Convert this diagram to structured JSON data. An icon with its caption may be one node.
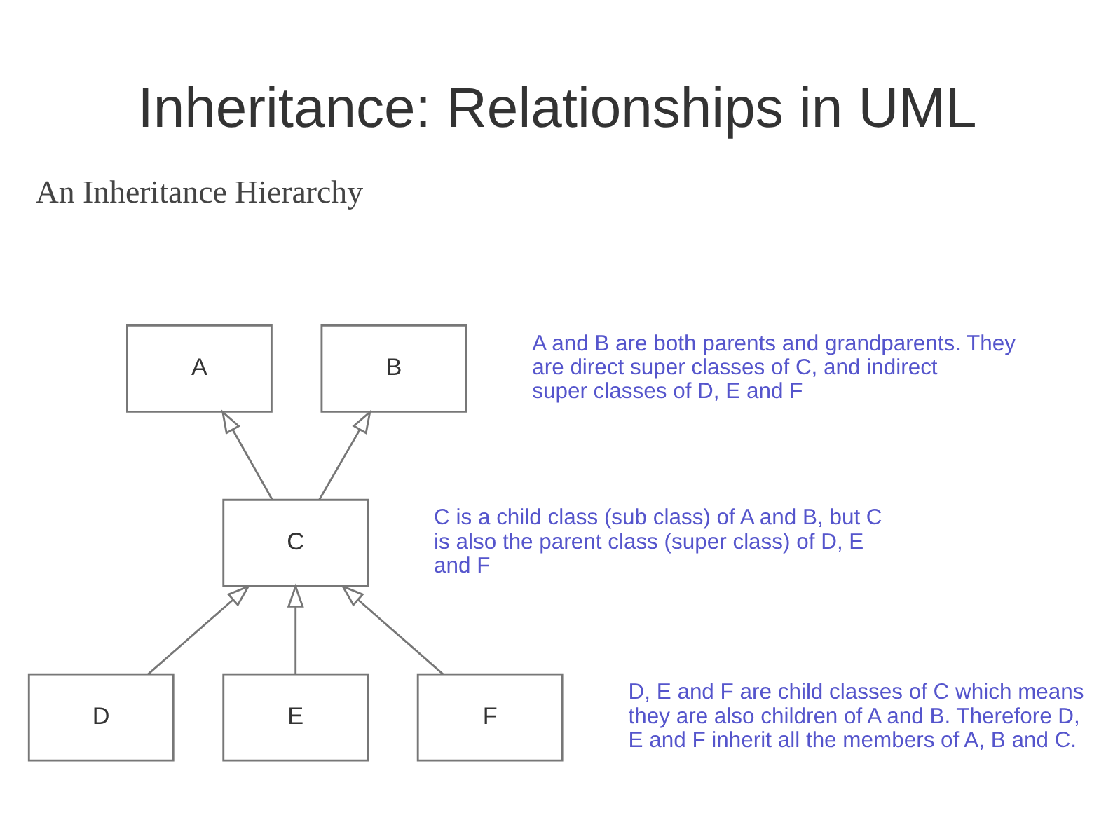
{
  "diagram": {
    "title": "Inheritance: Relationships in UML",
    "nodes": [
      {
        "text": [
          "A"
        ]
      },
      {
        "text": [
          "B"
        ]
      },
      {
        "text": [
          "C"
        ]
      },
      {
        "text": [
          "D"
        ]
      },
      {
        "text": [
          "E"
        ]
      },
      {
        "text": [
          "F"
        ]
      }
    ],
    "edges": [
      {
        "from": 2,
        "to": 0,
        "arrow": "to"
      },
      {
        "from": 2,
        "to": 1,
        "arrow": "to"
      },
      {
        "from": 3,
        "to": 2,
        "arrow": "to"
      },
      {
        "from": 4,
        "to": 2,
        "arrow": "to"
      },
      {
        "from": 5,
        "to": 2,
        "arrow": "to"
      }
    ],
    "labels": [
      "An Inheritance Hierarchy",
      "A and B are both parents and grandparents. They are direct super classes of C, and indirect super classes of D, E and F",
      "C is a child class (sub class) of A and B, but C is also the parent class (super class) of D, E and F",
      "D, E and F are child classes of C which means they are also children of A and B. Therefore D, E and F inherit all the members of A, B and C."
    ]
  }
}
